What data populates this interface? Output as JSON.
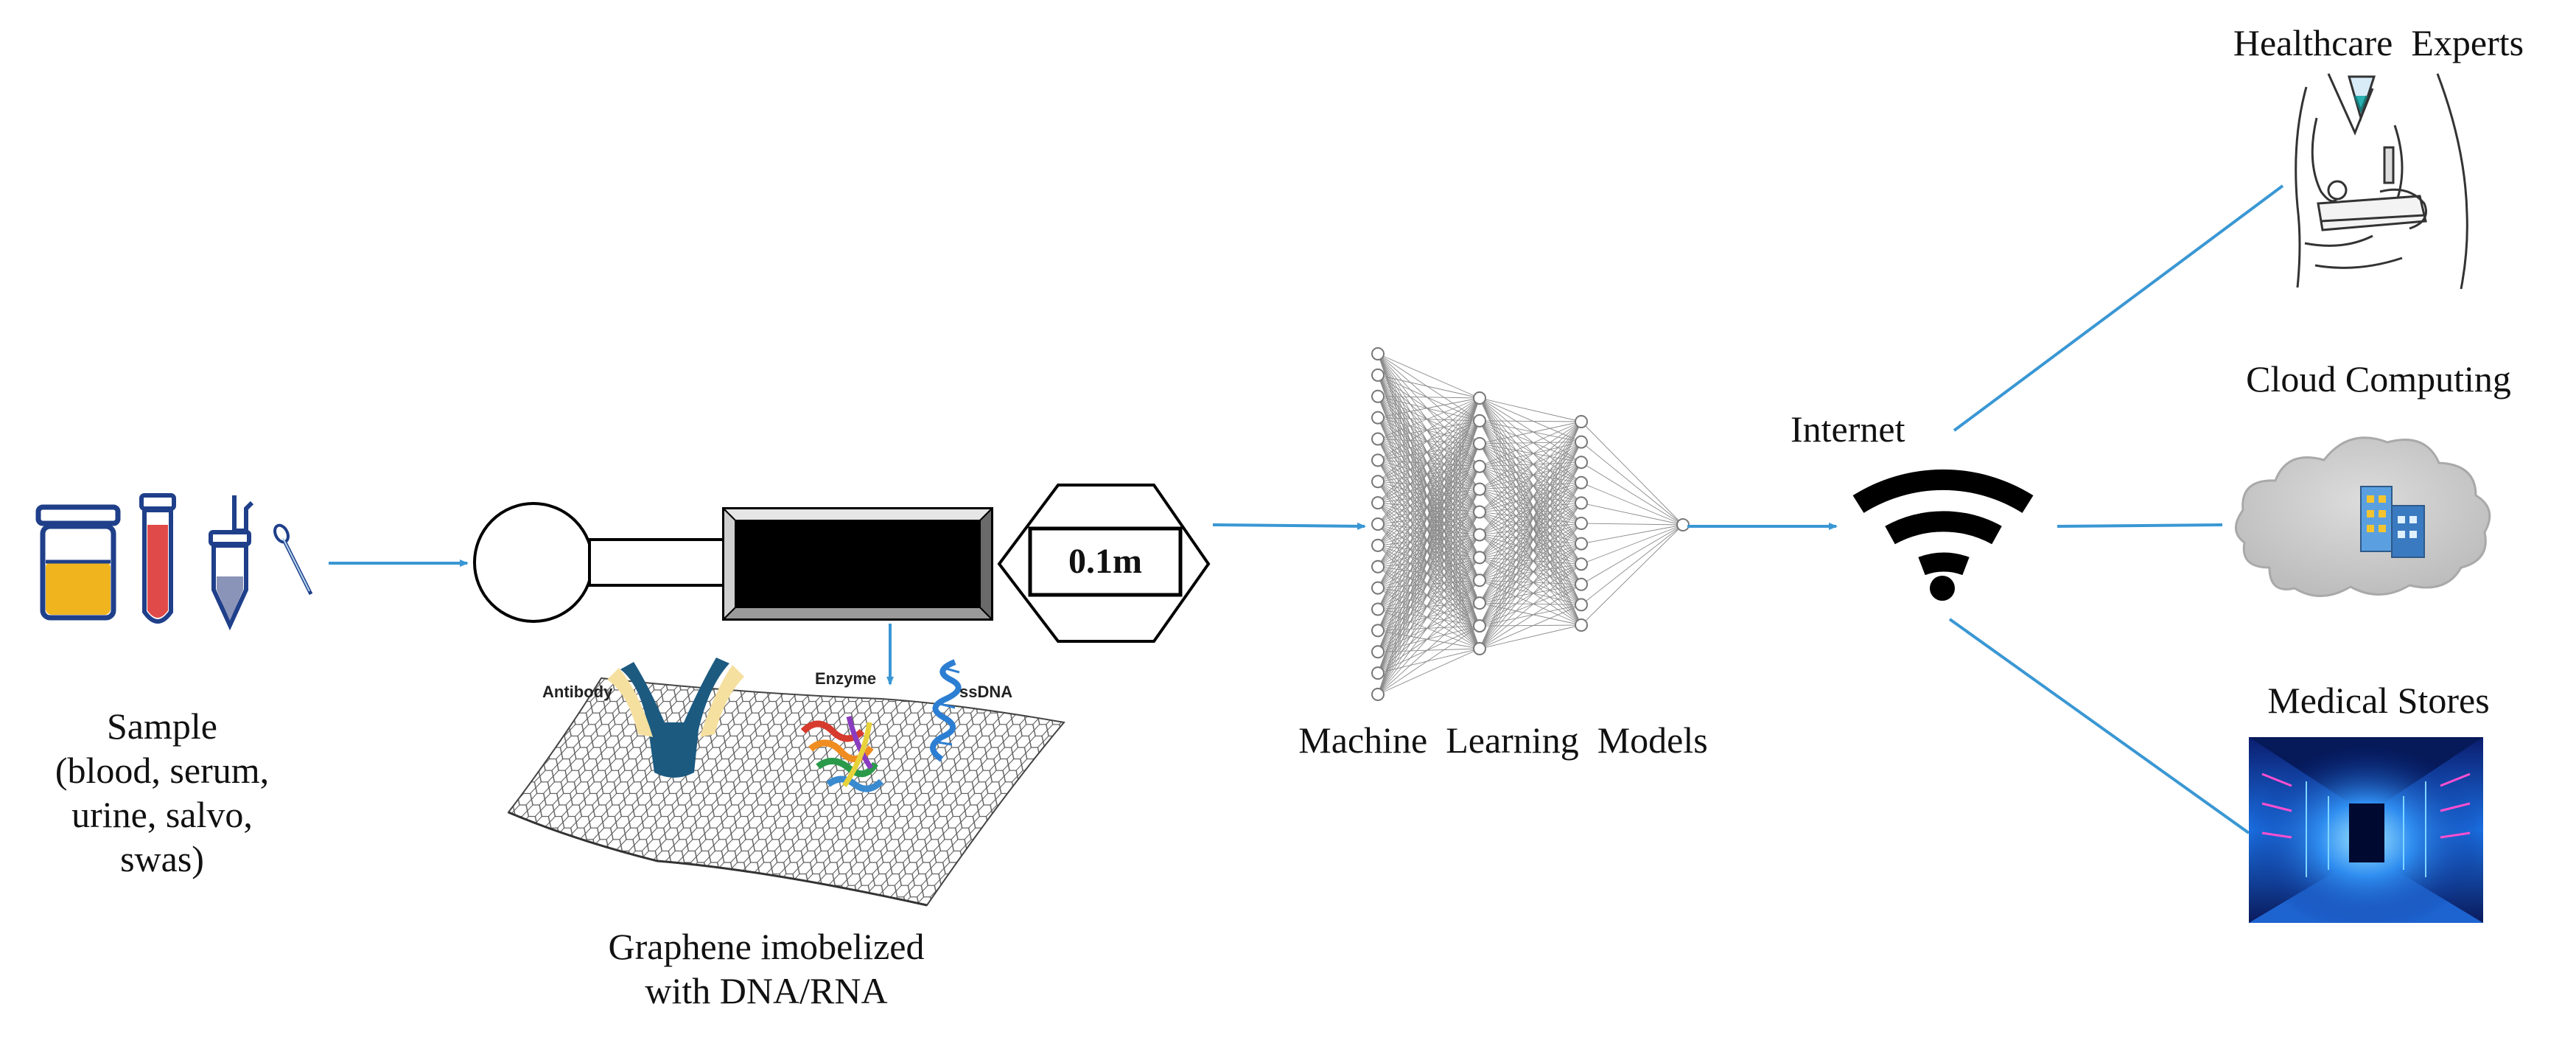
{
  "sample": {
    "title": "Sample",
    "line1": "(blood, serum,",
    "line2": "urine,  salvo,",
    "line3": "swas)"
  },
  "device": {
    "display_value": "0.1m"
  },
  "graphene": {
    "line1": "Graphene imobelized",
    "line2": "with DNA/RNA",
    "antibody_label": "Antibody",
    "enzyme_label": "Enzyme",
    "ssdna_label": "ssDNA"
  },
  "ml": {
    "label": "Machine  Learning  Models"
  },
  "internet": {
    "label": "Internet"
  },
  "destinations": {
    "healthcare": "Healthcare  Experts",
    "cloud": "Cloud Computing",
    "medical": "Medical Stores"
  },
  "colors": {
    "arrow": "#3a97d4",
    "urine": "#f0b41e",
    "blood": "#e04a48",
    "tube_outline": "#1f3f8a",
    "cloud": "#c9c9c9",
    "server_room": "#0a2a8c"
  }
}
